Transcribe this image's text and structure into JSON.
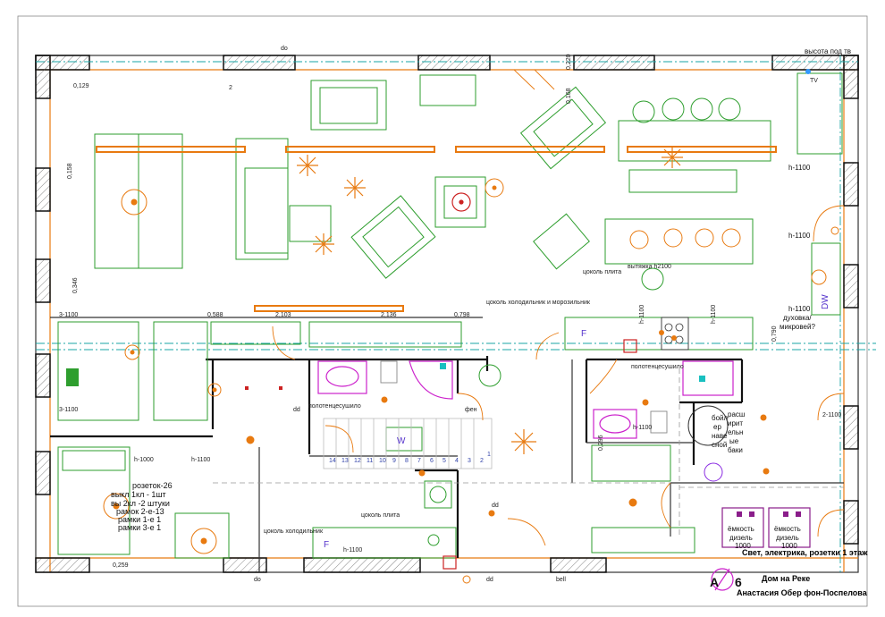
{
  "colors": {
    "furniture": "#2e9e2e",
    "light": "#e87a10",
    "walls": "#111111",
    "plumbing": "#cc22cc",
    "axis": "#19a5a5",
    "marker": "#5533cc",
    "socket_red": "#cc2222"
  },
  "labels": {
    "ceiling_height": "высота под тв",
    "hood": "вытяжка h2100",
    "plinth_fridge_freezer": "цоколь холодильник и морозильник",
    "plinth_stove_top": "цоколь плита",
    "plinth_stove_bottom": "цоколь плита",
    "plinth_fridge": "цоколь холодильник",
    "oven": "духовка/",
    "microwave": "микровей?",
    "towel_dryer_left": "полотенцесушило",
    "towel_dryer_right": "полотенцесушило",
    "boiler_1": "бойл",
    "boiler_2": "ер",
    "boiler_3": "наве",
    "boiler_4": "сной",
    "expansion_1": "расш",
    "expansion_2": "ирит",
    "expansion_3": "ельн",
    "expansion_4": "ые",
    "expansion_5": "баки",
    "tank_1": "ёмкость",
    "tank_2": "дизель",
    "tank_3": "1000",
    "tank_b1": "ёмкость",
    "tank_b2": "дизель",
    "tank_b3": "1000",
    "hair_dryer": "фен",
    "do_top": "do",
    "do_bottom": "do",
    "bell": "bell",
    "dd_1": "dd",
    "dd_2": "dd",
    "dd_3": "dd"
  },
  "heights": {
    "h1": "h-1100",
    "h2": "h-1100",
    "h3": "h-1100",
    "h4": "h-1100",
    "h5": "h-1100",
    "l1": "3-1100",
    "l2": "3-1100",
    "r1": "2-1100",
    "tiny1": "h-1000",
    "tiny2": "h-1100",
    "tiny3": "h-1100",
    "tiny4": "h-1100"
  },
  "dims": {
    "d0129": "0,129",
    "d0158": "0,158",
    "d0346": "0,346",
    "d0588": "0,588",
    "d2103": "2,103",
    "d2136": "2,136",
    "d0798": "0,798",
    "d0220": "0,220",
    "d0168": "0,168",
    "d0790": "0,790",
    "d0259": "0,259",
    "d0296": "0,296",
    "n2": "2"
  },
  "markers": {
    "fridge_top": "F",
    "fridge_bottom": "F",
    "washer": "W",
    "dishwasher": "DW",
    "tv": "TV"
  },
  "stairs": [
    "14",
    "13",
    "12",
    "11",
    "10",
    "9",
    "8",
    "7",
    "6",
    "5",
    "4",
    "3",
    "2",
    "1"
  ],
  "notes": {
    "line1": "розеток-26",
    "line2": "выкл 1кл - 1шт",
    "line3": "вы 2кл -2 штуки",
    "line4": "рамок 2-е-13",
    "line5": "рамки 1-е 1",
    "line6": "рамки 3-е 1"
  },
  "title_block": {
    "sheet_title": "Свет, электрика, розетки 1 этаж",
    "letter": "А",
    "number": "6",
    "project": "Дом на Реке",
    "author": "Анастасия Обер фон-Поспелова"
  }
}
